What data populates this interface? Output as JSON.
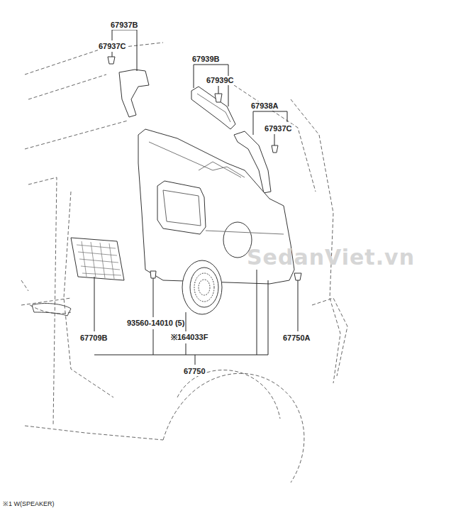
{
  "diagram": {
    "labels": [
      "67937B",
      "67937C",
      "67939B",
      "67939C",
      "67938A",
      "67937C",
      "67709B",
      "93560-14010 (5)",
      "※164033F",
      "67750A",
      "67750",
      "※1 W(SPEAKER)",
      "SedanViet.vn"
    ]
  }
}
